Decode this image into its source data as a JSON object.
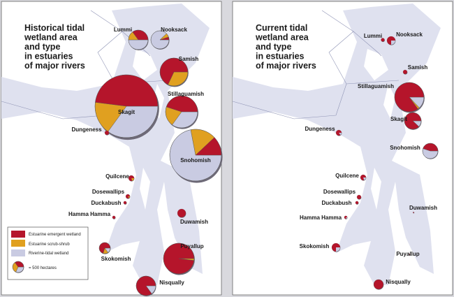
{
  "colors": {
    "emergent": "#b5152b",
    "scrub": "#e0a020",
    "riverine": "#c9cbe2",
    "water": "#dfe1ef",
    "land": "#ffffff",
    "border": "#8f94b5"
  },
  "legend": {
    "items": [
      {
        "key": "emergent",
        "label": "Estuarine emergent wetland"
      },
      {
        "key": "scrub",
        "label": "Estuarine scrub-shrub"
      },
      {
        "key": "riverine",
        "label": "Riverine-tidal wetland"
      }
    ],
    "scale_label": "= 500 hectares",
    "scale_hectares": 500
  },
  "panels": [
    {
      "id": "historical",
      "title_lines": [
        "Historical tidal",
        "wetland area",
        "and type",
        "in estuaries",
        "of major rivers"
      ],
      "estuaries": [
        {
          "name": "Lummi",
          "hectares": 1530,
          "emergent": 0.35,
          "scrub": 0.15,
          "riverine": 0.5
        },
        {
          "name": "Nooksack",
          "hectares": 1320,
          "emergent": 0.05,
          "scrub": 0.07,
          "riverine": 0.88
        },
        {
          "name": "Samish",
          "hectares": 3125,
          "emergent": 0.68,
          "scrub": 0.32,
          "riverine": 0.0
        },
        {
          "name": "Skagit",
          "hectares": 15800,
          "emergent": 0.48,
          "scrub": 0.17,
          "riverine": 0.35
        },
        {
          "name": "Stillaguamish",
          "hectares": 4130,
          "emergent": 0.45,
          "scrub": 0.2,
          "riverine": 0.35
        },
        {
          "name": "Dungeness",
          "hectares": 70,
          "emergent": 1.0,
          "scrub": 0.0,
          "riverine": 0.0
        },
        {
          "name": "Snohomish",
          "hectares": 10700,
          "emergent": 0.12,
          "scrub": 0.16,
          "riverine": 0.72
        },
        {
          "name": "Quilcene",
          "hectares": 125,
          "emergent": 0.8,
          "scrub": 0.2,
          "riverine": 0.0
        },
        {
          "name": "Dosewallips",
          "hectares": 70,
          "emergent": 0.85,
          "scrub": 0.15,
          "riverine": 0.0
        },
        {
          "name": "Duckabush",
          "hectares": 35,
          "emergent": 1.0,
          "scrub": 0.0,
          "riverine": 0.0
        },
        {
          "name": "Hamma Hamma",
          "hectares": 35,
          "emergent": 1.0,
          "scrub": 0.0,
          "riverine": 0.0
        },
        {
          "name": "Duwamish",
          "hectares": 280,
          "emergent": 1.0,
          "scrub": 0.0,
          "riverine": 0.0
        },
        {
          "name": "Skokomish",
          "hectares": 500,
          "emergent": 0.7,
          "scrub": 0.15,
          "riverine": 0.15
        },
        {
          "name": "Puyallup",
          "hectares": 3780,
          "emergent": 0.98,
          "scrub": 0.02,
          "riverine": 0.0
        },
        {
          "name": "Nisqually",
          "hectares": 1530,
          "emergent": 0.85,
          "scrub": 0.0,
          "riverine": 0.15
        }
      ]
    },
    {
      "id": "current",
      "title_lines": [
        "Current tidal",
        "wetland area",
        "and type",
        "in estuaries",
        "of major rivers"
      ],
      "estuaries": [
        {
          "name": "Lummi",
          "hectares": 50,
          "emergent": 1.0,
          "scrub": 0.0,
          "riverine": 0.0
        },
        {
          "name": "Nooksack",
          "hectares": 280,
          "emergent": 0.75,
          "scrub": 0.0,
          "riverine": 0.25
        },
        {
          "name": "Samish",
          "hectares": 70,
          "emergent": 1.0,
          "scrub": 0.0,
          "riverine": 0.0
        },
        {
          "name": "Stillaguamish",
          "hectares": 3450,
          "emergent": 0.85,
          "scrub": 0.02,
          "riverine": 0.13
        },
        {
          "name": "Skagit",
          "hectares": 1125,
          "emergent": 0.88,
          "scrub": 0.0,
          "riverine": 0.12
        },
        {
          "name": "Dungeness",
          "hectares": 125,
          "emergent": 0.85,
          "scrub": 0.0,
          "riverine": 0.15
        },
        {
          "name": "Snohomish",
          "hectares": 945,
          "emergent": 0.45,
          "scrub": 0.0,
          "riverine": 0.55
        },
        {
          "name": "Quilcene",
          "hectares": 125,
          "emergent": 0.8,
          "scrub": 0.0,
          "riverine": 0.2
        },
        {
          "name": "Dosewallips",
          "hectares": 70,
          "emergent": 1.0,
          "scrub": 0.0,
          "riverine": 0.0
        },
        {
          "name": "Duckabush",
          "hectares": 35,
          "emergent": 1.0,
          "scrub": 0.0,
          "riverine": 0.0
        },
        {
          "name": "Hamma Hamma",
          "hectares": 35,
          "emergent": 0.8,
          "scrub": 0.0,
          "riverine": 0.2
        },
        {
          "name": "Duwamish",
          "hectares": 5,
          "emergent": 1.0,
          "scrub": 0.0,
          "riverine": 0.0
        },
        {
          "name": "Skokomish",
          "hectares": 280,
          "emergent": 0.75,
          "scrub": 0.0,
          "riverine": 0.25
        },
        {
          "name": "Puyallup",
          "hectares": 5,
          "emergent": 1.0,
          "scrub": 0.0,
          "riverine": 0.0
        },
        {
          "name": "Nisqually",
          "hectares": 380,
          "emergent": 1.0,
          "scrub": 0.0,
          "riverine": 0.0
        }
      ]
    }
  ]
}
